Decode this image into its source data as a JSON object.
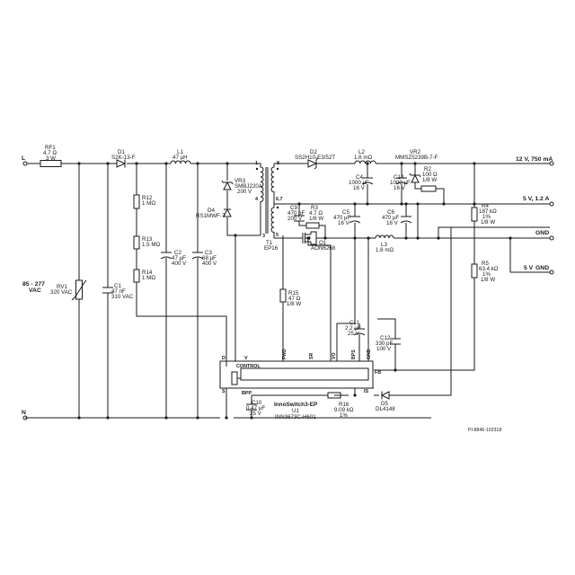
{
  "left_labels": {
    "line": "L",
    "neutral": "N",
    "input_line1": "85 - 277",
    "input_line2": "VAC"
  },
  "rails": {
    "out12": "12 V, 750 mA",
    "out5": "5 V, 1.2 A",
    "gnd": "GND",
    "gnd5_a": "5 V",
    "gnd5_b": "GND"
  },
  "components": {
    "rf1": [
      "RF1",
      "4.7 Ω",
      "3 W"
    ],
    "d1": [
      "D1",
      "S2K-13-F"
    ],
    "l1": [
      "L1",
      "47 µH"
    ],
    "rv1": [
      "RV1",
      "320 VAC"
    ],
    "c1": [
      "C1",
      "47 nF",
      "310 VAC"
    ],
    "r12": [
      "R12",
      "1 MΩ"
    ],
    "r13": [
      "R13",
      "1.5 MΩ"
    ],
    "r14": [
      "R14",
      "1 MΩ"
    ],
    "c2": [
      "C2",
      "47 µF",
      "400 V"
    ],
    "c3": [
      "C3",
      "68 µF",
      "400 V"
    ],
    "vr3": [
      "VR3",
      "SMBJ220A",
      "200 V"
    ],
    "d4": [
      "D4",
      "RS1MWF-7"
    ],
    "t1": [
      "T1",
      "EP16"
    ],
    "d2": [
      "D2",
      "SS2H10-E3/52T"
    ],
    "l2": [
      "L2",
      "1.6 mΩ"
    ],
    "c4": [
      "C4",
      "1000 µF",
      "16 V"
    ],
    "c14": [
      "C14",
      "1000 µF",
      "16 V"
    ],
    "vr2": [
      "VR2",
      "MMSZ5239B-7-F"
    ],
    "r2": [
      "R2",
      "100 Ω",
      "1/8 W"
    ],
    "c9": [
      "C9",
      "470 pF",
      "200 V"
    ],
    "r3": [
      "R3",
      "4.7 Ω",
      "1/8 W"
    ],
    "q1": [
      "Q1",
      "AON6268"
    ],
    "c5": [
      "C5",
      "470 µF",
      "16 V"
    ],
    "c6": [
      "C6",
      "470 µF",
      "16 V"
    ],
    "l3": [
      "L3",
      "1.6 mΩ"
    ],
    "r4": [
      "R4",
      "187 kΩ",
      "1%",
      "1/8 W"
    ],
    "r5": [
      "R5",
      "63.4 kΩ",
      "1%",
      "1/8 W"
    ],
    "r15": [
      "R15",
      "47 Ω",
      "1/8 W"
    ],
    "c11": [
      "C11",
      "2.2 µF",
      "25 V"
    ],
    "c12": [
      "C12",
      "330 pF",
      "100 V"
    ],
    "c10": [
      "C10",
      "0.47 µF",
      "25 V"
    ],
    "r16": [
      "R16",
      "9.09 kΩ",
      "1%"
    ],
    "d5": [
      "D5",
      "DL4148"
    ]
  },
  "transformer_pins": {
    "p1": "1",
    "p8": "8",
    "p4": "4",
    "p67": "6,7",
    "p3": "3",
    "p5": "5"
  },
  "ic": {
    "name": "InnoSwitch3-EP",
    "ref": "U1",
    "part": "INN3673C-H601",
    "control": "CONTROL",
    "pins": {
      "d": "D",
      "v": "V",
      "s": "S",
      "bpp": "BPP",
      "fwd": "FWD",
      "sr": "SR",
      "vo": "VO",
      "bps": "BPS",
      "gnd": "GND",
      "fb": "FB",
      "is": "IS"
    }
  },
  "drawing_number": "PI-8846-102318"
}
